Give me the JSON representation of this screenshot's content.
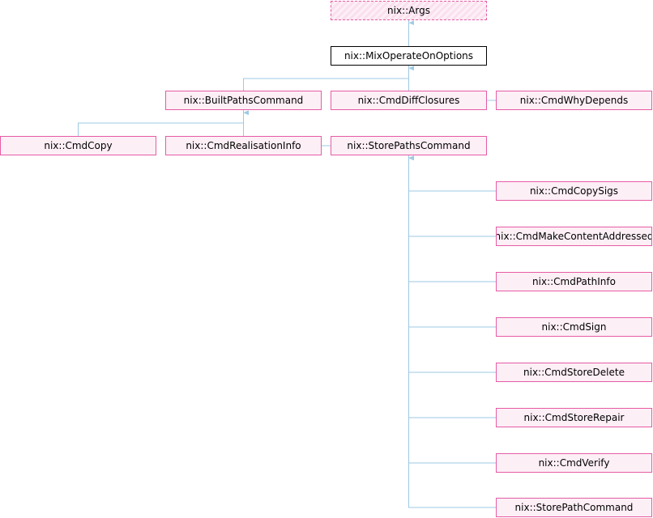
{
  "colors": {
    "edge": "#9ec9e3",
    "node_border": "#e65ca5",
    "node_fill": "#fdeff6"
  },
  "nodes": {
    "args": "nix::Args",
    "mix_operate_on_options": "nix::MixOperateOnOptions",
    "built_paths_command": "nix::BuiltPathsCommand",
    "cmd_diff_closures": "nix::CmdDiffClosures",
    "cmd_why_depends": "nix::CmdWhyDepends",
    "cmd_copy": "nix::CmdCopy",
    "cmd_realisation_info": "nix::CmdRealisationInfo",
    "store_paths_command": "nix::StorePathsCommand",
    "cmd_copy_sigs": "nix::CmdCopySigs",
    "cmd_make_content_addressed": "nix::CmdMakeContentAddressed",
    "cmd_path_info": "nix::CmdPathInfo",
    "cmd_sign": "nix::CmdSign",
    "cmd_store_delete": "nix::CmdStoreDelete",
    "cmd_store_repair": "nix::CmdStoreRepair",
    "cmd_verify": "nix::CmdVerify",
    "store_path_command": "nix::StorePathCommand"
  },
  "edges": [
    [
      "mix_operate_on_options",
      "args"
    ],
    [
      "built_paths_command",
      "mix_operate_on_options"
    ],
    [
      "cmd_diff_closures",
      "mix_operate_on_options"
    ],
    [
      "cmd_why_depends",
      "mix_operate_on_options"
    ],
    [
      "cmd_copy",
      "built_paths_command"
    ],
    [
      "cmd_realisation_info",
      "built_paths_command"
    ],
    [
      "store_paths_command",
      "built_paths_command"
    ],
    [
      "cmd_copy_sigs",
      "store_paths_command"
    ],
    [
      "cmd_make_content_addressed",
      "store_paths_command"
    ],
    [
      "cmd_path_info",
      "store_paths_command"
    ],
    [
      "cmd_sign",
      "store_paths_command"
    ],
    [
      "cmd_store_delete",
      "store_paths_command"
    ],
    [
      "cmd_store_repair",
      "store_paths_command"
    ],
    [
      "cmd_verify",
      "store_paths_command"
    ],
    [
      "store_path_command",
      "store_paths_command"
    ]
  ]
}
